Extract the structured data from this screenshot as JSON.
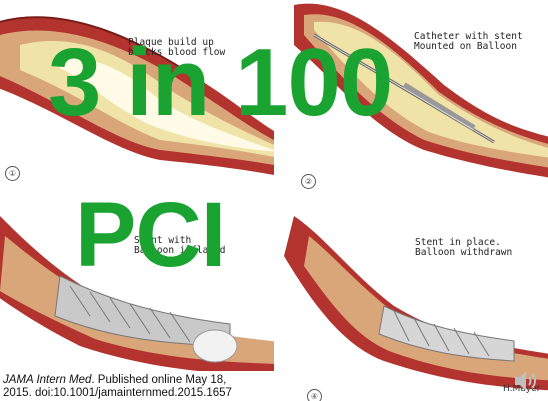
{
  "overlay": {
    "headline": "3 in 100",
    "subhead": "PCI"
  },
  "panels": [
    {
      "number": "①",
      "caption": "Plaque build up\nblocks blood flow"
    },
    {
      "number": "②",
      "caption": "Catheter with stent\nMounted on Balloon"
    },
    {
      "number": "",
      "caption": "Stent with\nBalloon inflated"
    },
    {
      "number": "④",
      "caption": "Stent in place.\nBalloon withdrawn"
    }
  ],
  "signature": "H.Mayer",
  "citation": {
    "journal": "JAMA Intern Med",
    "line1_rest": ". Published online May 18,",
    "line2": "2015. doi:10.1001/jamainternmed.2015.1657"
  },
  "icons": {
    "audio": "speaker-icon"
  },
  "colors": {
    "headline": "#1aa331",
    "vessel": "#b3342f",
    "plaque": "#efe3a8"
  }
}
